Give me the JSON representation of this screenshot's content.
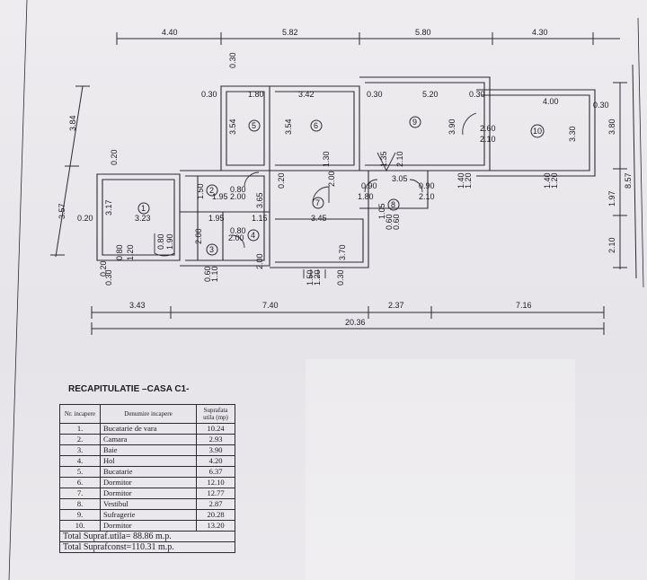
{
  "top_dims": [
    "4.40",
    "5.82",
    "5.80",
    "4.30"
  ],
  "bottom_dims": [
    "3.43",
    "7.40",
    "2.37",
    "7.16"
  ],
  "bottom_total": "20.36",
  "left_dims": [
    "3.84",
    "3.57"
  ],
  "right_dims": [
    "3.80",
    "1.97",
    "2.10",
    "8.57"
  ],
  "inner_labels": [
    "0.30",
    "1.80",
    "3.42",
    "0.30",
    "5.20",
    "0.30",
    "4.00",
    "0.30",
    "0.30",
    "3.54",
    "3.54",
    "3.90",
    "2.60",
    "2.10",
    "3.30",
    "0.20",
    "3.17",
    "3.23",
    "0.20",
    "0.20",
    "1.50",
    "1.95",
    "0.80",
    "2.00",
    "3.65",
    "1.30",
    "2.00",
    "1.35",
    "2.10",
    "3.05",
    "1.40",
    "1.20",
    "1.40",
    "1.20",
    "1.95",
    "1.15",
    "0.80",
    "2.00",
    "2.00",
    "3.45",
    "3.70",
    "0.90",
    "1.80",
    "1.05",
    "0.90",
    "2.10",
    "0.60",
    "0.60",
    "0.80",
    "1.20",
    "0.80",
    "1.90",
    "0.60",
    "1.10",
    "2.00",
    "1.50",
    "1.20",
    "0.30",
    "0.30",
    "0.20"
  ],
  "room_numbers": [
    "1",
    "2",
    "3",
    "4",
    "5",
    "6",
    "7",
    "8",
    "9",
    "10"
  ],
  "recap": {
    "title": "RECAPITULATIE –CASA C1-",
    "headers": [
      "Nr. incapere",
      "Denumire incapere",
      "Suprafata utila (mp)"
    ],
    "rows": [
      [
        "1.",
        "Bucatarie de vara",
        "10.24"
      ],
      [
        "2.",
        "Camara",
        "2.93"
      ],
      [
        "3.",
        "Baie",
        "3.90"
      ],
      [
        "4.",
        "Hol",
        "4.20"
      ],
      [
        "5.",
        "Bucatarie",
        "6.37"
      ],
      [
        "6.",
        "Dormitor",
        "12.10"
      ],
      [
        "7.",
        "Dormitor",
        "12.77"
      ],
      [
        "8.",
        "Vestibul",
        "2.87"
      ],
      [
        "9.",
        "Sufragerie",
        "20.28"
      ],
      [
        "10.",
        "Dormitor",
        "13.20"
      ]
    ],
    "total_utila": "Total Supraf.utila= 88.86 m.p.",
    "total_construita": "Total Suprafconst=110.31 m.p."
  }
}
